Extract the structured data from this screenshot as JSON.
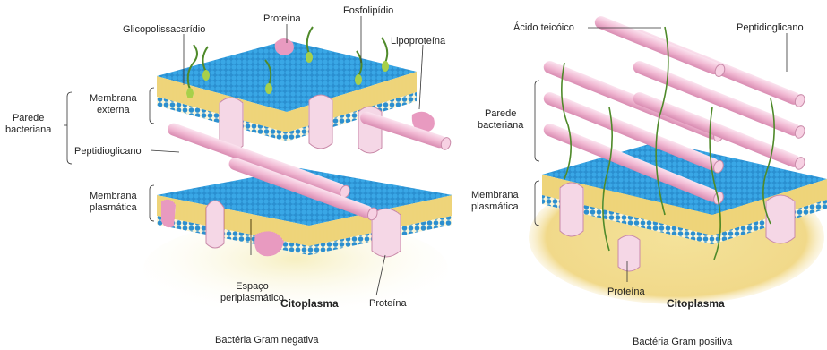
{
  "gram_negative": {
    "labels": {
      "glicopolissacaridio": "Glicopolissacarídio",
      "proteina_top": "Proteína",
      "fosfolipidio": "Fosfolipídio",
      "lipoproteina": "Lipoproteína",
      "parede_bacteriana": "Parede\nbacteriana",
      "membrana_externa": "Membrana\nexterna",
      "peptidioglicano": "Peptidioglicano",
      "membrana_plasmatica": "Membrana\nplasmática",
      "espaco_periplasmatico": "Espaço\nperiplasmático",
      "citoplasma": "Citoplasma",
      "proteina_bottom": "Proteína"
    },
    "caption": "Bactéria Gram negativa"
  },
  "gram_positive": {
    "labels": {
      "acido_teicoico": "Ácido teicóico",
      "peptidioglicano": "Peptidioglicano",
      "parede_bacteriana": "Parede\nbacteriana",
      "membrana_plasmatica": "Membrana\nplasmática",
      "proteina": "Proteína",
      "citoplasma": "Citoplasma"
    },
    "caption": "Bactéria Gram positiva"
  },
  "colors": {
    "membrane_blue": "#2f9ad8",
    "lipid_tail": "#e8c64a",
    "tube_pink": "#f1b9d3",
    "protein_pink": "#e89ac0",
    "chain_green": "#4f8a2a",
    "cytoplasm": "#f2e6a3"
  }
}
